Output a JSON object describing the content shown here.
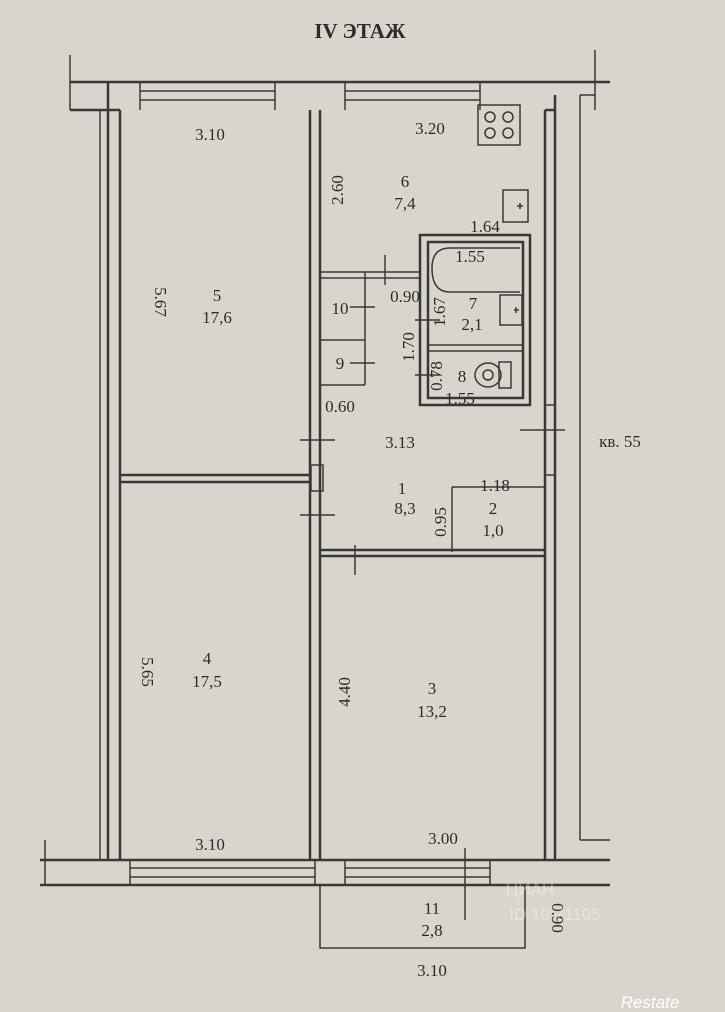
{
  "title": "IV ЭТАЖ",
  "apartment": "кв. 55",
  "rooms": [
    {
      "number": "1",
      "area": "8,3"
    },
    {
      "number": "2",
      "area": "1,0"
    },
    {
      "number": "3",
      "area": "13,2"
    },
    {
      "number": "4",
      "area": "17,5"
    },
    {
      "number": "5",
      "area": "17,6"
    },
    {
      "number": "6",
      "area": "7,4"
    },
    {
      "number": "7",
      "area": "2,1"
    },
    {
      "number": "8",
      "area": ""
    },
    {
      "number": "9",
      "area": ""
    },
    {
      "number": "10",
      "area": ""
    },
    {
      "number": "11",
      "area": "2,8"
    }
  ],
  "dimensions": [
    "3.10",
    "3.20",
    "2.60",
    "1.64",
    "1.55",
    "0.90",
    "5.67",
    "1.67",
    "1.70",
    "0.78",
    "1.55",
    "0.60",
    "3.13",
    "1.18",
    "0.95",
    "5.65",
    "4.40",
    "3.10",
    "3.00",
    "0.90",
    "3.10"
  ],
  "watermarks": {
    "cian": "ЦИАН",
    "cian_id": "ID 10 71105",
    "brand": "Restate"
  },
  "colors": {
    "paper": "#d8d5cc",
    "ink": "#3a3836"
  }
}
